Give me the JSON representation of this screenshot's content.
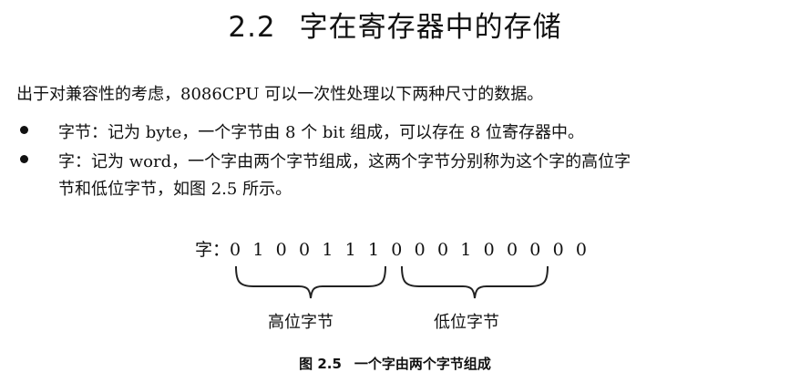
{
  "section": {
    "number": "2.2",
    "title": "字在寄存器中的存储"
  },
  "intro": "出于对兼容性的考虑，8086CPU 可以一次性处理以下两种尺寸的数据。",
  "bullets": [
    {
      "text": "字节：记为 byte，一个字节由 8 个 bit 组成，可以存在 8 位寄存器中。"
    },
    {
      "line1": "字：记为  word，一个字由两个字节组成，这两个字节分别称为这个字的高位字",
      "line2": "节和低位字节，如图 2.5 所示。"
    }
  ],
  "figure": {
    "word_prefix": "字：",
    "bits": "0 1 0 0 1 1 1 0 0 0 1 0 0 0 0 0",
    "high_label": "高位字节",
    "low_label": "低位字节",
    "caption_number": "图 2.5",
    "caption_text": "一个字由两个字节组成"
  }
}
